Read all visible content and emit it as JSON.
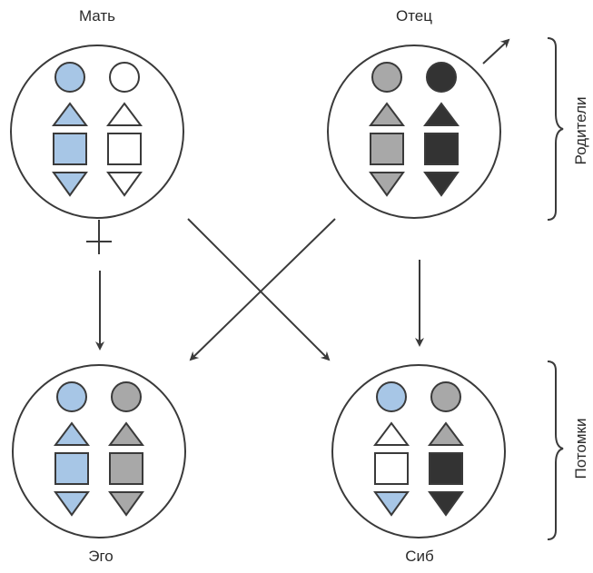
{
  "labels": {
    "mother": "Мать",
    "father": "Отец",
    "ego": "Эго",
    "sib": "Сиб",
    "parents": "Родители",
    "offspring": "Потомки"
  },
  "colors": {
    "blue": "#a7c6e6",
    "white": "#ffffff",
    "gray": "#a8a8a8",
    "dark": "#333333",
    "stroke": "#3a3a3a"
  },
  "individuals": [
    {
      "id": "mother",
      "chromosomes": [
        {
          "circle": "blue",
          "tri_up": "blue",
          "square": "blue",
          "tri_down": "blue"
        },
        {
          "circle": "white",
          "tri_up": "white",
          "square": "white",
          "tri_down": "white"
        }
      ]
    },
    {
      "id": "father",
      "chromosomes": [
        {
          "circle": "gray",
          "tri_up": "gray",
          "square": "gray",
          "tri_down": "gray"
        },
        {
          "circle": "dark",
          "tri_up": "dark",
          "square": "dark",
          "tri_down": "dark"
        }
      ]
    },
    {
      "id": "ego",
      "chromosomes": [
        {
          "circle": "blue",
          "tri_up": "blue",
          "square": "blue",
          "tri_down": "blue"
        },
        {
          "circle": "gray",
          "tri_up": "gray",
          "square": "gray",
          "tri_down": "gray"
        }
      ]
    },
    {
      "id": "sib",
      "chromosomes": [
        {
          "circle": "blue",
          "tri_up": "white",
          "square": "white",
          "tri_down": "blue"
        },
        {
          "circle": "gray",
          "tri_up": "gray",
          "square": "dark",
          "tri_down": "dark"
        }
      ]
    }
  ]
}
